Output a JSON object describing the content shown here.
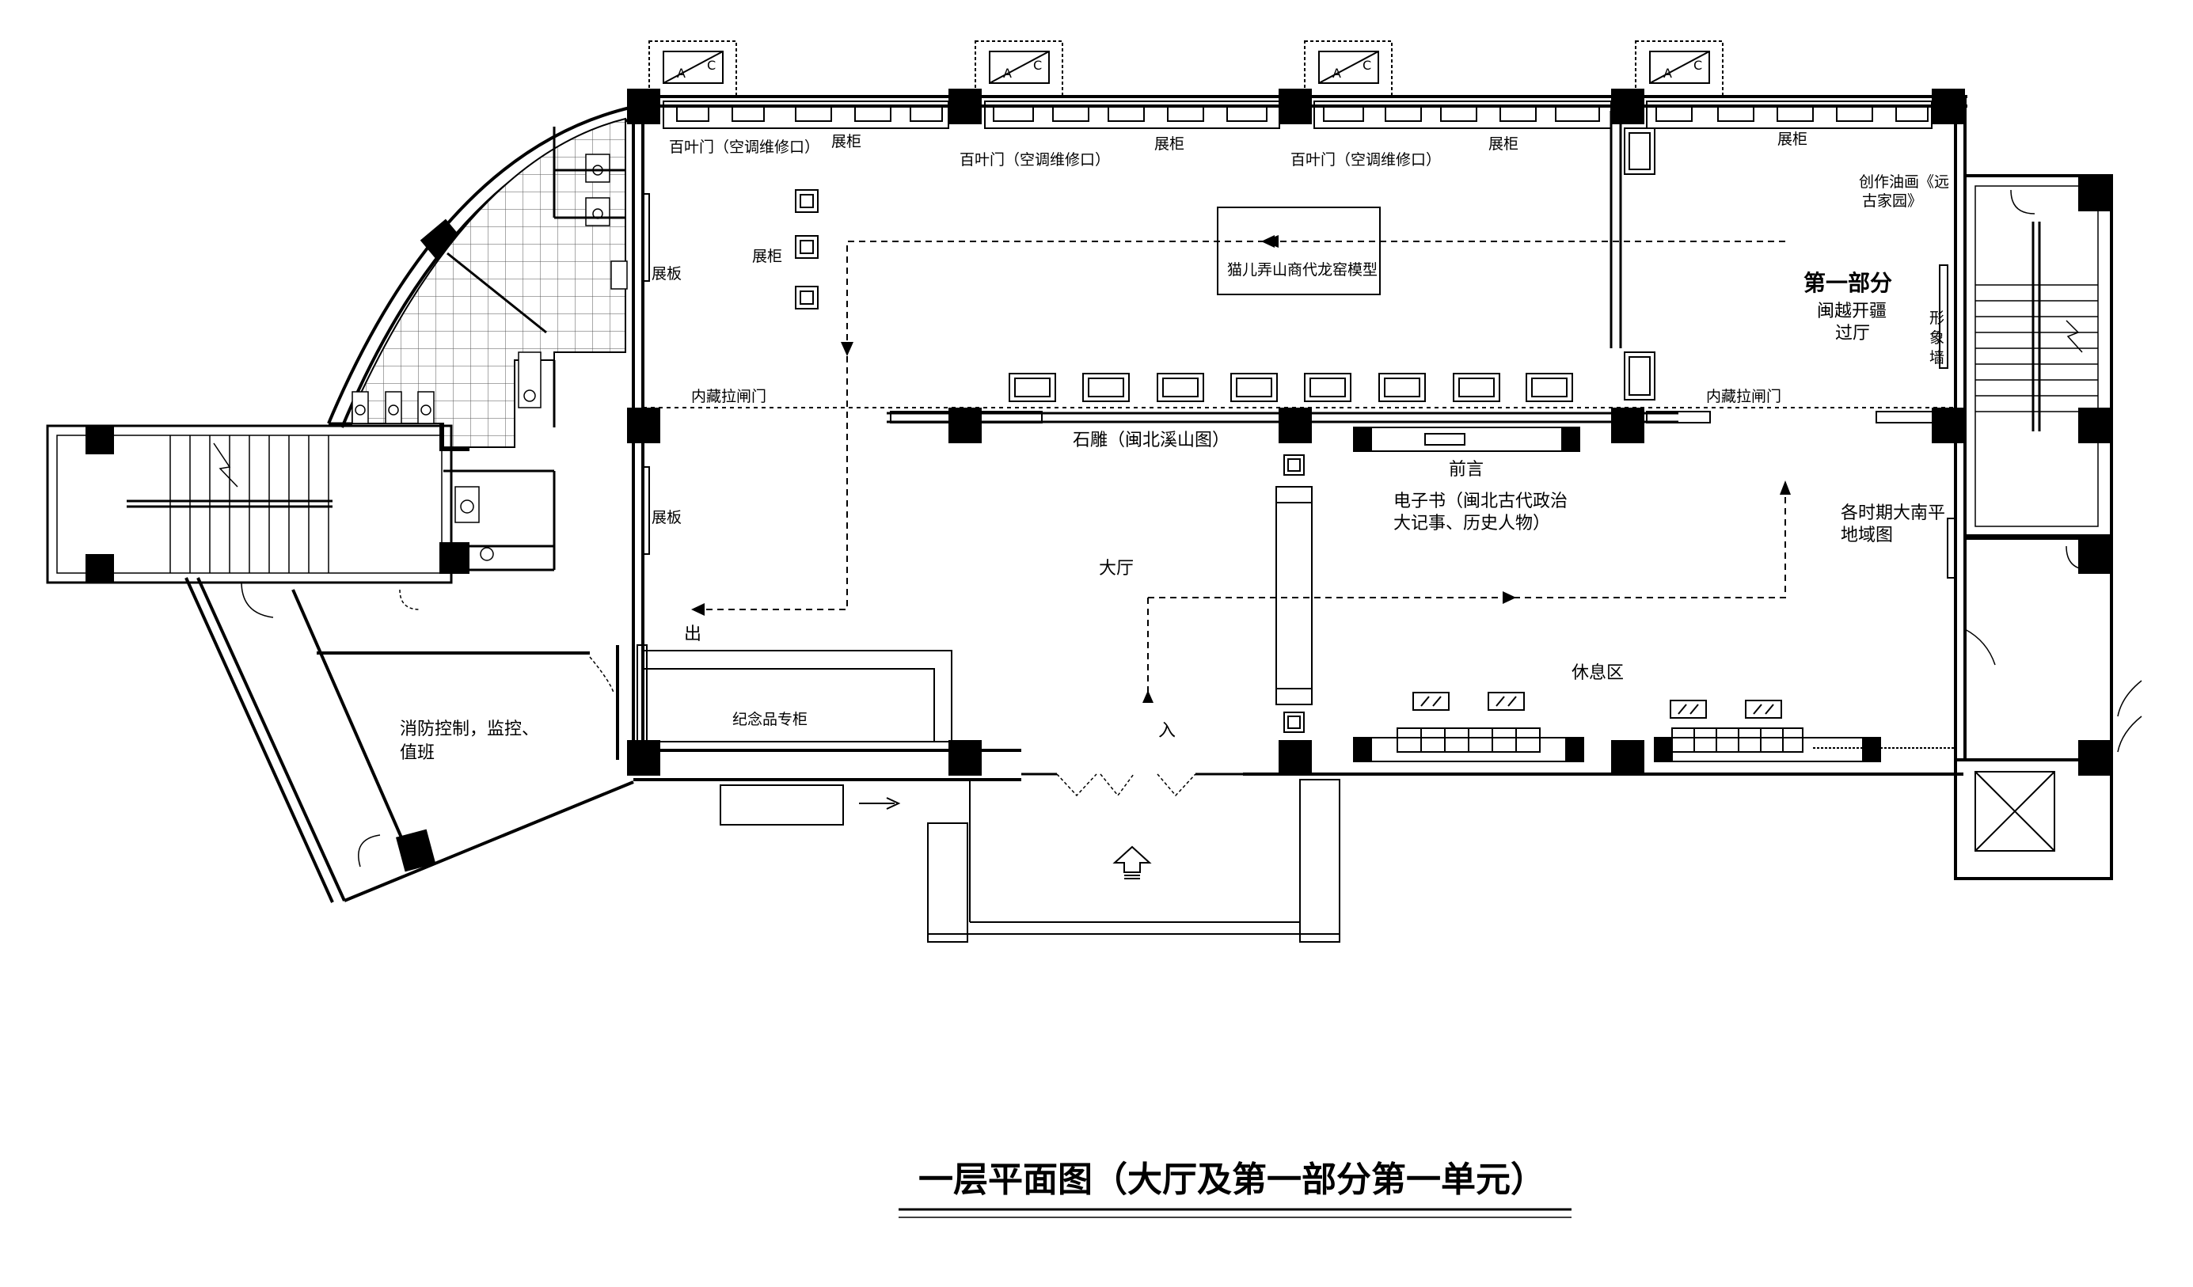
{
  "drawing": {
    "title": "一层平面图（大厅及第一部分第一单元）"
  },
  "labels": {
    "louver_door_1": "百叶门（空调维修口）",
    "louver_door_2": "百叶门（空调维修口）",
    "louver_door_3": "百叶门（空调维修口）",
    "display_case_1": "展柜",
    "display_case_2": "展柜",
    "display_case_3": "展柜",
    "display_case_4": "展柜",
    "display_case_5": "展柜",
    "display_panel_1": "展板",
    "display_panel_2": "展板",
    "kiln_model": "猫儿弄山商代龙窑模型",
    "part_one": "第一部分",
    "part_one_sub_1": "闽越开疆",
    "part_one_sub_2": "过厅",
    "oil_painting_1": "创作油画《远",
    "oil_painting_2": "古家园》",
    "image_wall_1": "形",
    "image_wall_2": "象",
    "image_wall_3": "墙",
    "sliding_gate_1": "内藏拉闸门",
    "sliding_gate_2": "内藏拉闸门",
    "stone_carving": "石雕（闽北溪山图）",
    "preface": "前言",
    "ebook_1": "电子书（闽北古代政治",
    "ebook_2": "大记事、历史人物）",
    "map_1": "各时期大南平",
    "map_2": "地域图",
    "hall": "大厅",
    "exit": "出",
    "entrance": "入",
    "rest_area": "休息区",
    "souvenir": "纪念品专柜",
    "fire_control_1": "消防控制，监控、",
    "fire_control_2": "值班",
    "ac_a": "A",
    "ac_c": "C"
  }
}
